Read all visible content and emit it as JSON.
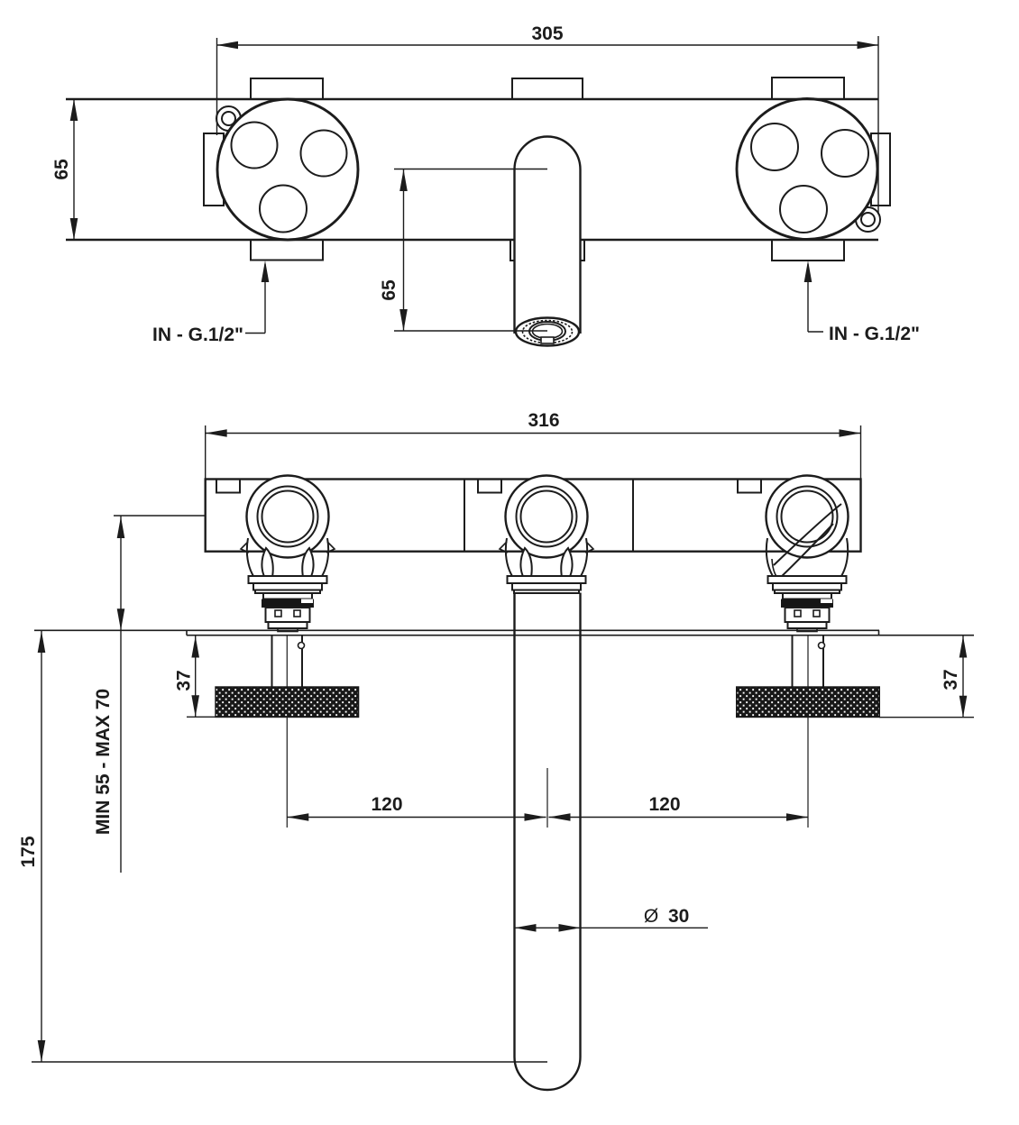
{
  "page": {
    "background": "#ffffff",
    "line_color": "#1c1c1c"
  },
  "top_view": {
    "dim_overall_width": "305",
    "dim_body_depth": "65",
    "dim_spout_reach": "65",
    "label_inlet_left": "IN - G.1/2\"",
    "label_inlet_right": "IN - G.1/2\""
  },
  "front_view": {
    "dim_overall_width": "316",
    "dim_handle_depth_left": "37",
    "dim_handle_depth_right": "37",
    "label_mounting_depth": "MIN 55 - MAX 70",
    "dim_wall_to_tip": "175",
    "dim_spacing_left": "120",
    "dim_spacing_right": "120",
    "symbol_diameter": "Ø",
    "dim_spout_diameter": "30"
  }
}
